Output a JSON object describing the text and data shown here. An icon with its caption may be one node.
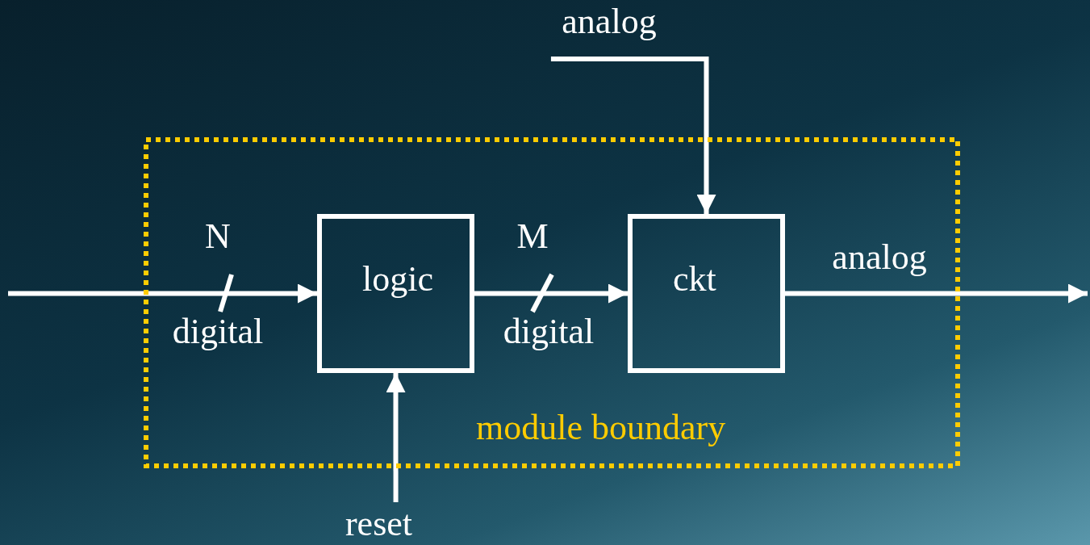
{
  "diagram": {
    "nodes": [
      {
        "text": [
          "module boundary"
        ]
      },
      {
        "text": [
          "logic"
        ],
        "in": 0
      },
      {
        "text": [
          "ckt"
        ],
        "in": 0
      },
      {
        "text": [
          "analog"
        ]
      },
      {
        "text": [
          "reset"
        ]
      }
    ],
    "edges": [
      {
        "from": null,
        "to": 1,
        "arrow": "to",
        "label": "N"
      },
      {
        "from": 1,
        "to": 2,
        "arrow": "to",
        "label": "M"
      },
      {
        "from": 2,
        "to": null,
        "arrow": "to",
        "label": "analog"
      },
      {
        "from": 3,
        "to": 2,
        "arrow": "to"
      },
      {
        "from": 4,
        "to": 1,
        "arrow": "to"
      }
    ],
    "labels": [
      "digital",
      "digital"
    ]
  }
}
